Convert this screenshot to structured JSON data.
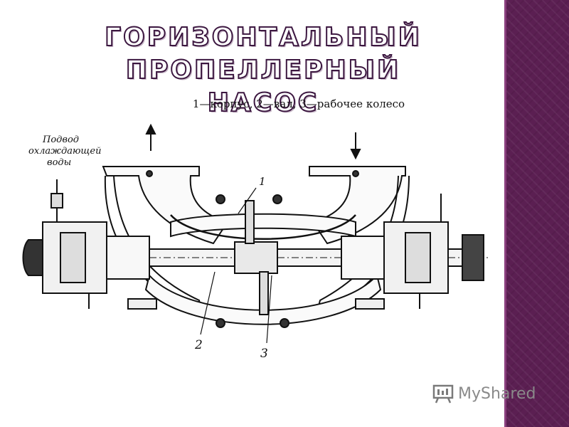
{
  "slide": {
    "title_line1": "ГОРИЗОНТАЛЬНЫЙ",
    "title_line2": "ПРОПЕЛЛЕРНЫЙ НАСОС",
    "caption": "1—корпус, 2—вал, 3—рабочее колесо"
  },
  "drawing": {
    "label_side_line1": "Подвод",
    "label_side_line2": "охлаждающей",
    "label_side_line3": "воды",
    "callout_1": "1",
    "callout_2": "2",
    "callout_3": "3"
  },
  "watermark": {
    "text": "MyShared",
    "icon": "presentation-board-icon"
  },
  "colors": {
    "side_band": "#5b1f52",
    "title_outline": "#3c1740",
    "ink": "#111111"
  }
}
